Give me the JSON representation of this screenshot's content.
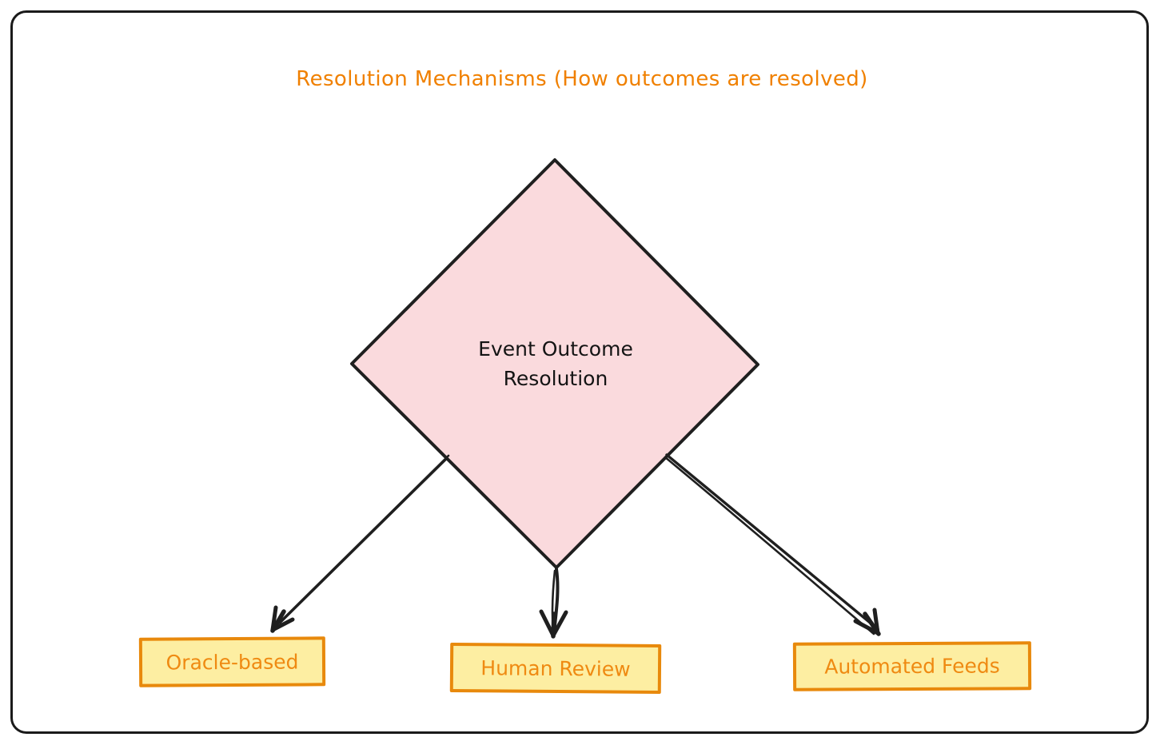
{
  "diagram": {
    "title": "Resolution Mechanisms (How outcomes are resolved)",
    "title_color": "#f08000",
    "frame_color": "#1a1a1a",
    "background": "#ffffff",
    "type": "flowchart",
    "decision": {
      "id": "event-outcome-resolution",
      "shape": "diamond",
      "label_line1": "Event Outcome",
      "label_line2": "Resolution",
      "fill": "#fadadd",
      "stroke": "#1f1f1f",
      "text_color": "#141414"
    },
    "outcomes": [
      {
        "id": "oracle-based",
        "label": "Oracle-based",
        "shape": "rectangle",
        "fill": "#fdeea2",
        "stroke": "#e8890c",
        "text_color": "#ef8a12"
      },
      {
        "id": "human-review",
        "label": "Human Review",
        "shape": "rectangle",
        "fill": "#fdeea2",
        "stroke": "#e8890c",
        "text_color": "#ef8a12"
      },
      {
        "id": "automated-feeds",
        "label": "Automated Feeds",
        "shape": "rectangle",
        "fill": "#fdeea2",
        "stroke": "#e8890c",
        "text_color": "#ef8a12"
      }
    ],
    "edges": [
      {
        "id": "edge-to-oracle",
        "from": "event-outcome-resolution",
        "to": "oracle-based",
        "style": "hand-drawn-arrow",
        "color": "#1f1f1f"
      },
      {
        "id": "edge-to-human",
        "from": "event-outcome-resolution",
        "to": "human-review",
        "style": "hand-drawn-arrow",
        "color": "#1f1f1f"
      },
      {
        "id": "edge-to-feeds",
        "from": "event-outcome-resolution",
        "to": "automated-feeds",
        "style": "hand-drawn-arrow",
        "color": "#1f1f1f"
      }
    ]
  }
}
